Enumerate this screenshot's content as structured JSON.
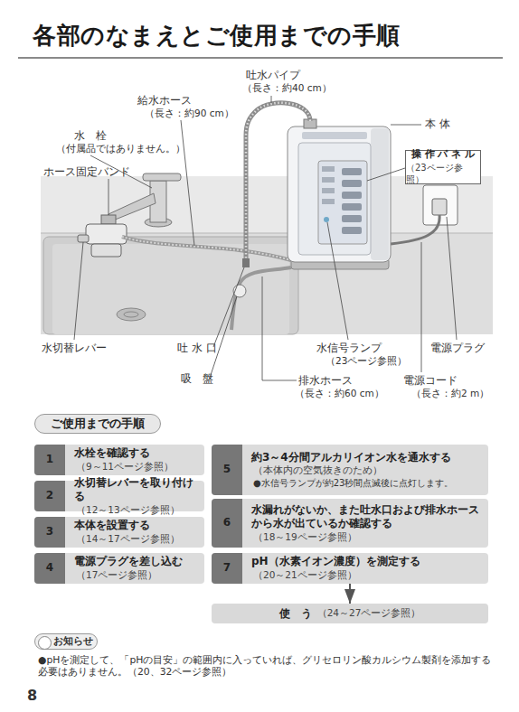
{
  "diagram": {
    "title": "各部のなまえとご使用までの手順",
    "nodes": [
      {
        "text": [
          "操 作 パ ネ ル",
          "（23ページ参照）"
        ]
      },
      {
        "text": [
          "ご使用までの手順"
        ]
      },
      {
        "text": [
          "水栓を確認する",
          "（9～11ページ参照）"
        ]
      },
      {
        "text": [
          "1"
        ],
        "in": 2
      },
      {
        "text": [
          "水切替レバーを取り付ける",
          "（12～13ページ参照）"
        ]
      },
      {
        "text": [
          "2"
        ],
        "in": 4
      },
      {
        "text": [
          "本体を設置する",
          "（14～17ページ参照）"
        ]
      },
      {
        "text": [
          "3"
        ],
        "in": 6
      },
      {
        "text": [
          "電源プラグを差し込む",
          "（17ページ参照）"
        ]
      },
      {
        "text": [
          "4"
        ],
        "in": 8
      },
      {
        "text": [
          "約3～4分間アルカリイオン水を通水する",
          "（本体内の空気抜きのため）",
          "●水信号ランプが約23秒間点滅後に点灯します。"
        ]
      },
      {
        "text": [
          "5"
        ],
        "in": 10
      },
      {
        "text": [
          "水漏れがないか、また吐水口および排水ホース から水が出ているか確認する",
          "（18～19ページ参照）"
        ]
      },
      {
        "text": [
          "6"
        ],
        "in": 12
      },
      {
        "text": [
          "pH（水素イオン濃度）を測定する",
          "（20～21ページ参照）"
        ]
      },
      {
        "text": [
          "7"
        ],
        "in": 14
      },
      {
        "text": [
          "使　う",
          "（24～27ページ参照）"
        ]
      },
      {
        "text": [
          "お知らせ"
        ]
      }
    ],
    "edges": [
      {
        "from": 14,
        "to": 16,
        "arrow": "to"
      }
    ],
    "labels": [
      "吐水パイプ",
      "（長さ：約40 cm）",
      "給水ホース",
      "（長さ：約90 cm）",
      "本 体",
      "水　栓",
      "（付属品ではありません。）",
      "ホース固定バンド",
      "水切替レバー",
      "吐 水 口",
      "水信号ランプ",
      "（23ページ参照）",
      "電源プラグ",
      "吸　盤",
      "排水ホース",
      "（長さ：約60 cm）",
      "電源コード",
      "（長さ：約2 m）",
      "●pHを測定して、「pHの目安」の範囲内に入っていれば、グリセロリン酸カルシウム製剤を添加する 必要はありません。（20、32ページ参照）",
      "8"
    ]
  }
}
